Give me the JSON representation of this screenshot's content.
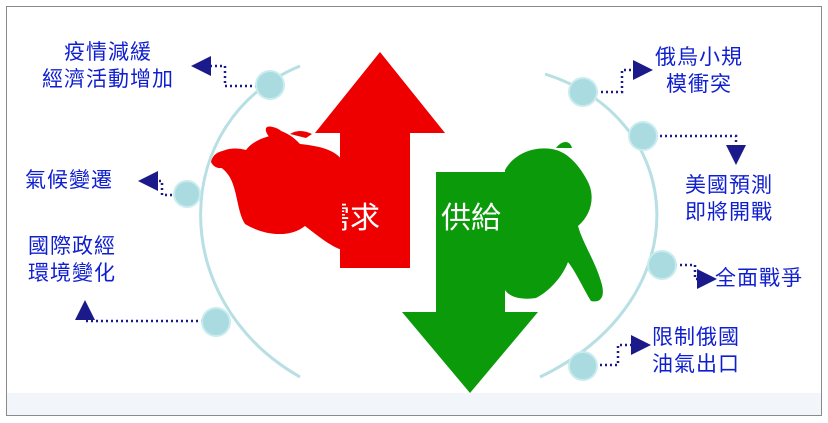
{
  "center": {
    "demand_label": "需求",
    "supply_label": "供給"
  },
  "left_factors": [
    {
      "line1": "疫情減緩",
      "line2": "經濟活動增加"
    },
    {
      "line1": "氣候變遷",
      "line2": ""
    },
    {
      "line1": "國際政經",
      "line2": "環境變化"
    }
  ],
  "right_factors": [
    {
      "line1": "俄烏小規",
      "line2": "模衝突"
    },
    {
      "line1": "美國預測",
      "line2": "即將開戰"
    },
    {
      "line1": "全面戰爭",
      "line2": ""
    },
    {
      "line1": "限制俄國",
      "line2": "油氣出口"
    }
  ],
  "icons": [
    "bull-icon",
    "bear-icon",
    "up-arrow-icon",
    "down-arrow-icon"
  ],
  "colors": {
    "demand": "#ee0000",
    "supply": "#0a9a0a",
    "text": "#0f1fcf",
    "node": "#a9dbe0",
    "arc": "#b7dfe4",
    "connector": "#1a1a8a"
  }
}
